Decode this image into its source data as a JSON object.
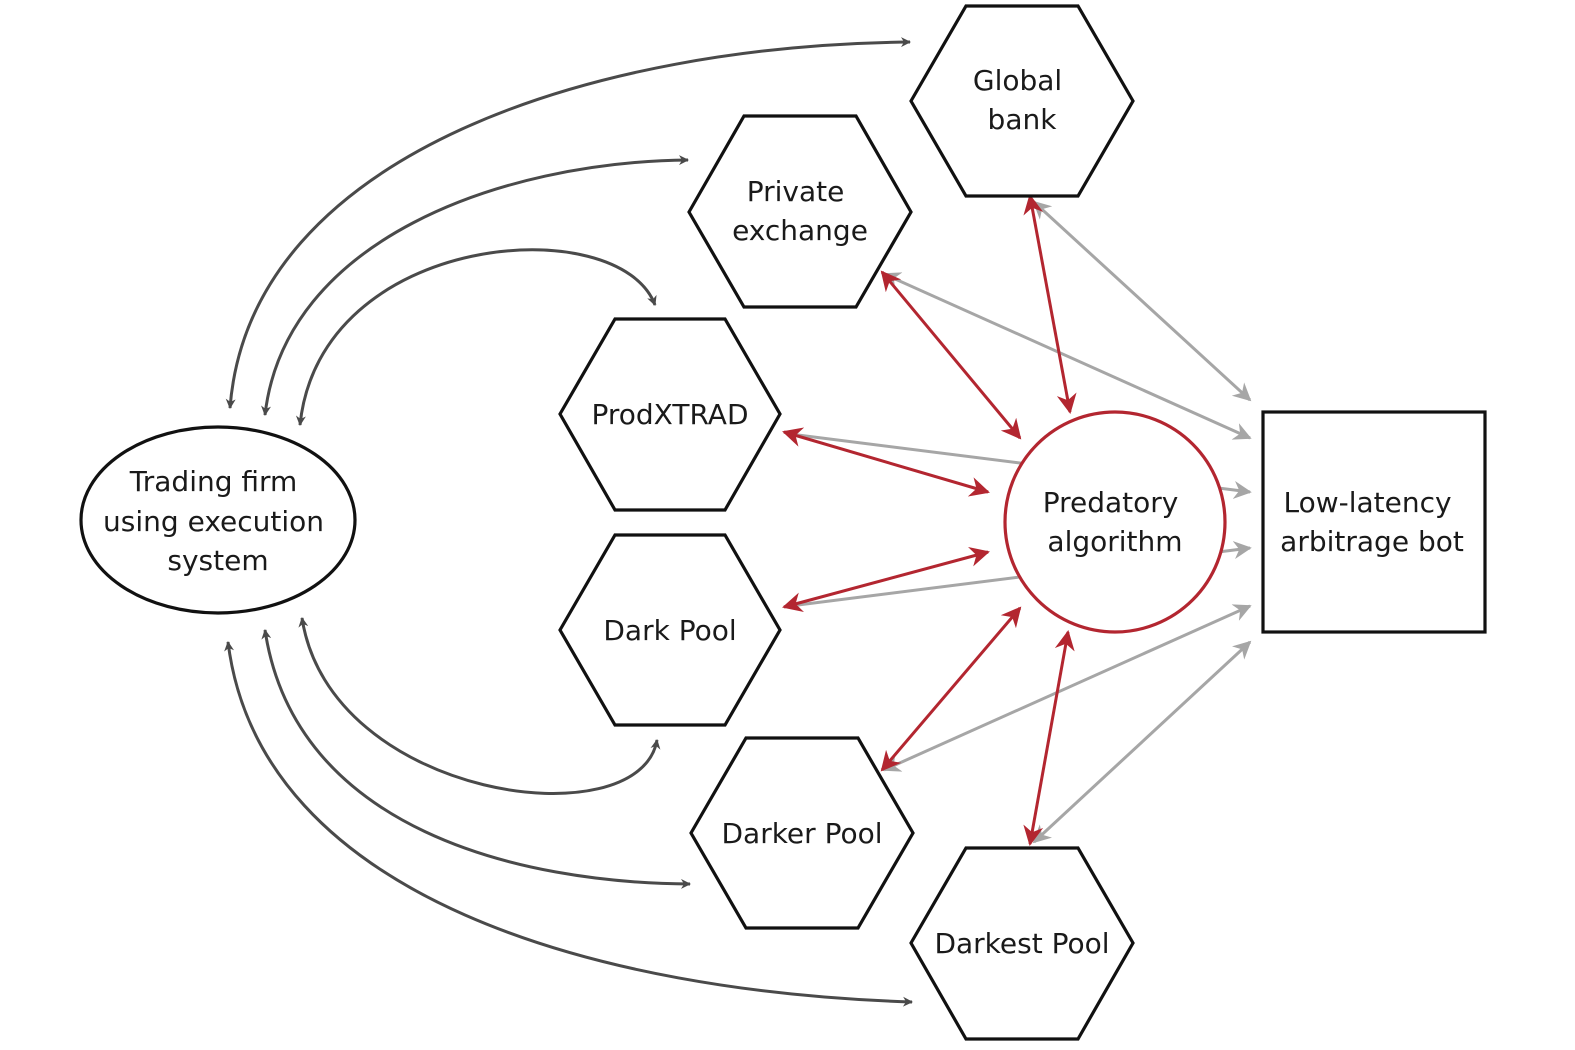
{
  "colors": {
    "dark_arrow": "#4a4a4a",
    "red_arrow": "#b32630",
    "gray_arrow": "#a6a6a6",
    "node_stroke": "#111111",
    "predator_stroke": "#b32630"
  },
  "nodes": {
    "trading_firm": {
      "lines": [
        "Trading firm",
        "using execution",
        "system"
      ],
      "shape": "ellipse"
    },
    "global_bank": {
      "lines": [
        "Global",
        "bank"
      ],
      "shape": "hexagon"
    },
    "private_exchange": {
      "lines": [
        "Private",
        "exchange"
      ],
      "shape": "hexagon"
    },
    "prodxtrad": {
      "lines": [
        "ProdXTRAD"
      ],
      "shape": "hexagon"
    },
    "dark_pool": {
      "lines": [
        "Dark Pool"
      ],
      "shape": "hexagon"
    },
    "darker_pool": {
      "lines": [
        "Darker Pool"
      ],
      "shape": "hexagon"
    },
    "darkest_pool": {
      "lines": [
        "Darkest Pool"
      ],
      "shape": "hexagon"
    },
    "predatory_algorithm": {
      "lines": [
        "Predatory",
        "algorithm"
      ],
      "shape": "circle"
    },
    "arbitrage_bot": {
      "lines": [
        "Low-latency",
        "arbitrage bot"
      ],
      "shape": "rectangle"
    }
  },
  "edges": [
    {
      "from": "trading_firm",
      "to": "global_bank",
      "style": "dark",
      "direction": "both"
    },
    {
      "from": "trading_firm",
      "to": "private_exchange",
      "style": "dark",
      "direction": "both"
    },
    {
      "from": "trading_firm",
      "to": "prodxtrad",
      "style": "dark",
      "direction": "both"
    },
    {
      "from": "trading_firm",
      "to": "dark_pool",
      "style": "dark",
      "direction": "both"
    },
    {
      "from": "trading_firm",
      "to": "darker_pool",
      "style": "dark",
      "direction": "both"
    },
    {
      "from": "trading_firm",
      "to": "darkest_pool",
      "style": "dark",
      "direction": "both"
    },
    {
      "from": "predatory_algorithm",
      "to": "global_bank",
      "style": "red",
      "direction": "both"
    },
    {
      "from": "predatory_algorithm",
      "to": "private_exchange",
      "style": "red",
      "direction": "both"
    },
    {
      "from": "predatory_algorithm",
      "to": "prodxtrad",
      "style": "red",
      "direction": "both"
    },
    {
      "from": "predatory_algorithm",
      "to": "dark_pool",
      "style": "red",
      "direction": "both"
    },
    {
      "from": "predatory_algorithm",
      "to": "darker_pool",
      "style": "red",
      "direction": "both"
    },
    {
      "from": "predatory_algorithm",
      "to": "darkest_pool",
      "style": "red",
      "direction": "both"
    },
    {
      "from": "global_bank",
      "to": "arbitrage_bot",
      "style": "gray",
      "direction": "both"
    },
    {
      "from": "private_exchange",
      "to": "arbitrage_bot",
      "style": "gray",
      "direction": "both"
    },
    {
      "from": "prodxtrad",
      "to": "arbitrage_bot",
      "style": "gray",
      "direction": "forward"
    },
    {
      "from": "dark_pool",
      "to": "arbitrage_bot",
      "style": "gray",
      "direction": "forward"
    },
    {
      "from": "darker_pool",
      "to": "arbitrage_bot",
      "style": "gray",
      "direction": "both"
    },
    {
      "from": "darkest_pool",
      "to": "arbitrage_bot",
      "style": "gray",
      "direction": "both"
    }
  ]
}
